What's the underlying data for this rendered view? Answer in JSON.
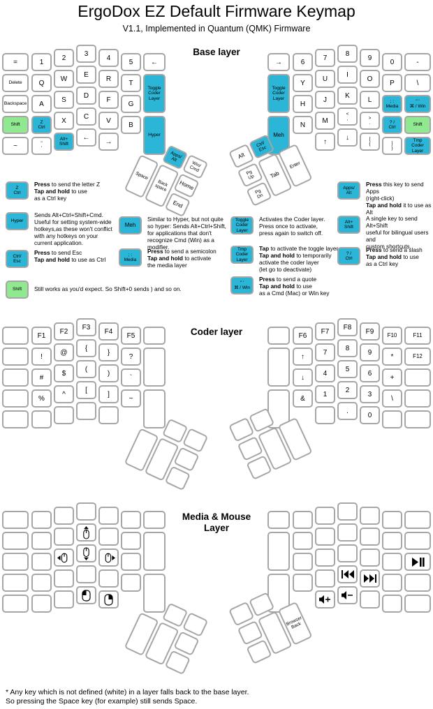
{
  "title": "ErgoDox EZ Default Firmware Keymap",
  "subtitle": "V1.1, Implemented in Quantum (QMK) Firmware",
  "footer": "* Any key which is not defined (white) in a layer falls back to the base layer.\nSo pressing the Space key (for example) still sends Space.",
  "colors": {
    "key_blue": "#2bb5d6",
    "key_green": "#90e890",
    "key_border": "#a6a6a6"
  },
  "layers": {
    "base": {
      "heading": "Base layer",
      "left": {
        "row1": [
          "=",
          "1",
          "2",
          "3",
          "4",
          "5",
          "←"
        ],
        "row2": [
          "Delete",
          "Q",
          "W",
          "E",
          "R",
          "T"
        ],
        "inner_top": {
          "label": "Toggle\nCoder\nLayer",
          "color": "blue"
        },
        "row3": [
          "Backspace",
          "A",
          "S",
          "D",
          "F",
          "G"
        ],
        "inner_bottom": {
          "label": "Hyper",
          "color": "blue"
        },
        "row4": [
          {
            "label": "Shift",
            "color": "green"
          },
          {
            "label": "Z\nCtrl",
            "color": "blue"
          },
          "X",
          "C",
          "V",
          "B"
        ],
        "row5": [
          "~",
          "\"\n'",
          {
            "label": "Alt+\nShift",
            "color": "blue"
          },
          "←",
          "→"
        ],
        "thumb": [
          {
            "label": "Apps/\nAlt",
            "color": "blue"
          },
          "Win/\nCmd",
          "Space",
          "Back\nspace",
          "Home",
          "End"
        ]
      },
      "right": {
        "row1": [
          "→",
          "6",
          "7",
          "8",
          "9",
          "0",
          "-"
        ],
        "inner_top": {
          "label": "Toggle\nCoder\nLayer",
          "color": "blue"
        },
        "row2": [
          "Y",
          "U",
          "I",
          "O",
          "P",
          "\\"
        ],
        "row3": [
          "H",
          "J",
          "K",
          "L",
          {
            "label": "; :\nMedia",
            "color": "blue"
          },
          {
            "label": "\" '\n⌘ / Win",
            "color": "blue"
          }
        ],
        "inner_bottom": {
          "label": "Meh",
          "color": "blue"
        },
        "row4": [
          "N",
          "M",
          "<\n,",
          ">\n.",
          {
            "label": "? /\nCtrl",
            "color": "blue"
          },
          {
            "label": "Shift",
            "color": "green"
          }
        ],
        "row5": [
          "↑",
          "↓",
          "[\n{",
          "]\n}",
          {
            "label": "Tmp\nCoder\nLayer",
            "color": "blue"
          }
        ],
        "thumb": [
          "Alt",
          {
            "label": "Ctrl/\nEsc",
            "color": "blue"
          },
          "Pg\nUp",
          "Pg\nDn",
          "Tab",
          "Enter"
        ]
      }
    },
    "coder": {
      "heading": "Coder layer",
      "left": {
        "row1": [
          "",
          "F1",
          "F2",
          "F3",
          "F4",
          "F5",
          ""
        ],
        "row2": [
          "",
          "!",
          "@",
          "{",
          "}",
          "?"
        ],
        "inner_top": "",
        "row3": [
          "",
          "#",
          "$",
          "(",
          ")",
          "`"
        ],
        "inner_bottom": "",
        "row4": [
          "",
          "%",
          "^",
          "[",
          "]",
          "~"
        ],
        "row5": [
          "",
          "",
          "",
          "",
          ""
        ],
        "thumb": [
          "",
          "",
          "",
          "",
          "",
          ""
        ]
      },
      "right": {
        "row1": [
          "",
          "F6",
          "F7",
          "F8",
          "F9",
          "F10",
          "F11"
        ],
        "inner_top": "",
        "row2": [
          "↑",
          "7",
          "8",
          "9",
          "*",
          "F12"
        ],
        "row3": [
          "↓",
          "4",
          "5",
          "6",
          "+",
          ""
        ],
        "inner_bottom": "",
        "row4": [
          "&",
          "1",
          "2",
          "3",
          "\\",
          ""
        ],
        "row5": [
          "",
          ".",
          "0",
          "",
          ""
        ],
        "thumb": [
          "",
          "",
          "",
          "",
          "",
          ""
        ]
      }
    },
    "media": {
      "heading": "Media & Mouse\nLayer",
      "left": {
        "row1": [
          "",
          "",
          "",
          "",
          "",
          "",
          ""
        ],
        "row2": [
          "",
          "",
          "",
          "icon:mouse-up",
          "",
          ""
        ],
        "inner_top": "",
        "row3": [
          "",
          "",
          "icon:mouse-left",
          "icon:mouse-down",
          "icon:mouse-right",
          ""
        ],
        "inner_bottom": "",
        "row4": [
          "",
          "",
          "",
          "",
          "",
          ""
        ],
        "row5": [
          "",
          "",
          "",
          "icon:mouse-left-click",
          "icon:mouse-right-click"
        ],
        "thumb": [
          "",
          "",
          "",
          "",
          "",
          ""
        ]
      },
      "right": {
        "row1": [
          "",
          "",
          "",
          "",
          "",
          "",
          ""
        ],
        "inner_top": "",
        "row2": [
          "",
          "",
          "",
          "",
          "",
          ""
        ],
        "row3": [
          "",
          "",
          "",
          "",
          "",
          "icon:play-pause"
        ],
        "inner_bottom": "",
        "row4": [
          "",
          "",
          "icon:prev-track",
          "icon:next-track",
          "",
          ""
        ],
        "row5": [
          "icon:volume-up",
          "icon:volume-down",
          "",
          "",
          ""
        ],
        "thumb": [
          "",
          "",
          "",
          "",
          "",
          "Browser\nBack"
        ]
      }
    }
  },
  "legend": [
    {
      "key": {
        "label": "Z\nCtrl",
        "color": "blue"
      },
      "text": "**Press** to send the letter Z\n**Tap and hold** to use\nas a Ctrl key"
    },
    {
      "key": {
        "label": "Hyper",
        "color": "blue"
      },
      "text": "Sends Alt+Ctrl+Shift+Cmd.\nUseful for setting system-wide\nhotkeys,as these won't conflict\nwith any hotkeys on your\ncurrent application."
    },
    {
      "key": {
        "label": "Ctrl/\nEsc",
        "color": "blue"
      },
      "text": "**Press** to send Esc\n**Tap and hold** to use as Ctrl"
    },
    {
      "key": {
        "label": "Shift",
        "color": "green"
      },
      "text": "Still works as you'd expect. So Shift+0 sends ) and so on."
    },
    {
      "key": {
        "label": "Meh",
        "color": "blue"
      },
      "text": "Similar to Hyper, but not quite\nso hyper: Sends Alt+Ctrl+Shift,\nfor applications that don't\nrecognize Cmd (Win) as a\nmodifier."
    },
    {
      "key": {
        "label": "; :\nMedia",
        "color": "blue"
      },
      "text": "**Press** to send a semicolon\n**Tap and hold** to activate\nthe media layer"
    },
    {
      "key": {
        "label": "Toggle\nCoder\nLayer",
        "color": "blue"
      },
      "text": "Activates the Coder layer.\nPress once to activate,\npress again to switch off."
    },
    {
      "key": {
        "label": "Tmp\nCoder\nLayer",
        "color": "blue"
      },
      "text": "**Tap** to activate the toggle layer.\n**Tap and hold** to temporarily\nactivate the coder layer\n(let go to deactivate)"
    },
    {
      "key": {
        "label": "\" '\n⌘ / Win",
        "color": "blue"
      },
      "text": "**Press** to send a quote\n**Tap and hold** to use\nas a Cmd (Mac) or Win key"
    },
    {
      "key": {
        "label": "Apps/\nAlt",
        "color": "blue"
      },
      "text": "**Press** this key to send Apps\n(right-click)\n**Tap and hold** it to use as Alt"
    },
    {
      "key": {
        "label": "Alt+\nShift",
        "color": "blue"
      },
      "text": "A single key to send Alt+Shift\nuseful for bilingual users and\ncustom shortcuts."
    },
    {
      "key": {
        "label": "? /\nCtrl",
        "color": "blue"
      },
      "text": "**Press** to send a slash\n**Tap and hold** to use\nas a Ctrl key"
    }
  ]
}
